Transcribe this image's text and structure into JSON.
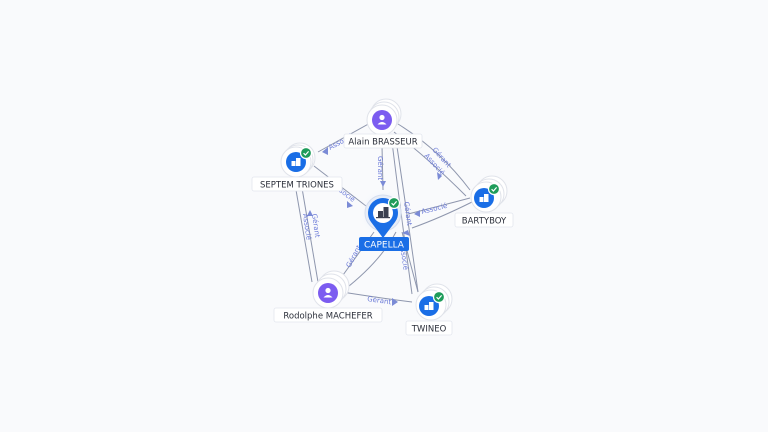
{
  "nodes": [
    {
      "id": "alain",
      "label": "Alain BRASSEUR",
      "kind": "person"
    },
    {
      "id": "septem",
      "label": "SEPTEM TRIONES",
      "kind": "company",
      "verified": true
    },
    {
      "id": "capella",
      "label": "CAPELLA",
      "kind": "center",
      "verified": true
    },
    {
      "id": "bartyboy",
      "label": "BARTYBOY",
      "kind": "company",
      "verified": true
    },
    {
      "id": "rodolphe",
      "label": "Rodolphe MACHEFER",
      "kind": "person"
    },
    {
      "id": "twineo",
      "label": "TWINEO",
      "kind": "company",
      "verified": true
    }
  ],
  "edges": [
    {
      "id": "alain-septem",
      "label": "Associé"
    },
    {
      "id": "alain-capella",
      "label": "Gérant"
    },
    {
      "id": "alain-bartyboy-gerant",
      "label": "Gérant"
    },
    {
      "id": "alain-bartyboy-associe",
      "label": "Associé"
    },
    {
      "id": "alain-twineo-gerant",
      "label": "Gérant"
    },
    {
      "id": "alain-twineo-associe",
      "label": "Associé"
    },
    {
      "id": "septem-capella",
      "label": "Associé"
    },
    {
      "id": "rodolphe-septem-gerant",
      "label": "Gérant"
    },
    {
      "id": "rodolphe-septem-associe",
      "label": "Associé"
    },
    {
      "id": "rodolphe-capella",
      "label": "Gérant"
    },
    {
      "id": "rodolphe-twineo",
      "label": "Gérant"
    },
    {
      "id": "bartyboy-capella",
      "label": "Associé"
    }
  ],
  "colors": {
    "person": "#7c5cf0",
    "company": "#1a6ee6",
    "verified": "#1e9c5a",
    "edge": "#8e96ad",
    "edge_label": "#6c7bd8"
  },
  "icons": {
    "person": "person-icon",
    "company": "building-icon",
    "verified": "check-badge-icon"
  }
}
